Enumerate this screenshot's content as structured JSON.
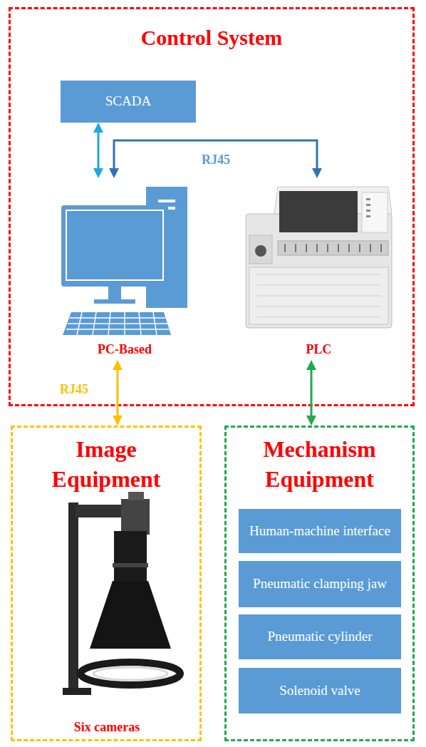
{
  "diagram": {
    "nodes": [
      {
        "text": [
          "Control System"
        ]
      },
      {
        "text": [
          "SCADA"
        ],
        "in": 0
      },
      {
        "text": [
          "PC-Based"
        ],
        "in": 0
      },
      {
        "text": [
          "PLC"
        ],
        "in": 0
      },
      {
        "text": [
          "Image Equipment"
        ]
      },
      {
        "text": [
          "Six cameras"
        ],
        "in": 4
      },
      {
        "text": [
          "Mechanism Equipment"
        ]
      },
      {
        "text": [
          "Human-machine interface"
        ],
        "in": 6
      },
      {
        "text": [
          "Pneumatic clamping jaw"
        ],
        "in": 6
      },
      {
        "text": [
          "Pneumatic cylinder"
        ],
        "in": 6
      },
      {
        "text": [
          "Solenoid valve"
        ],
        "in": 6
      }
    ],
    "edges": [
      {
        "from": 1,
        "to": 2,
        "arrow": "both"
      },
      {
        "from": 2,
        "to": 3,
        "arrow": "both",
        "label": "RJ45"
      },
      {
        "from": 2,
        "to": 4,
        "arrow": "both",
        "label": "RJ45"
      },
      {
        "from": 3,
        "to": 6,
        "arrow": "both"
      }
    ]
  }
}
